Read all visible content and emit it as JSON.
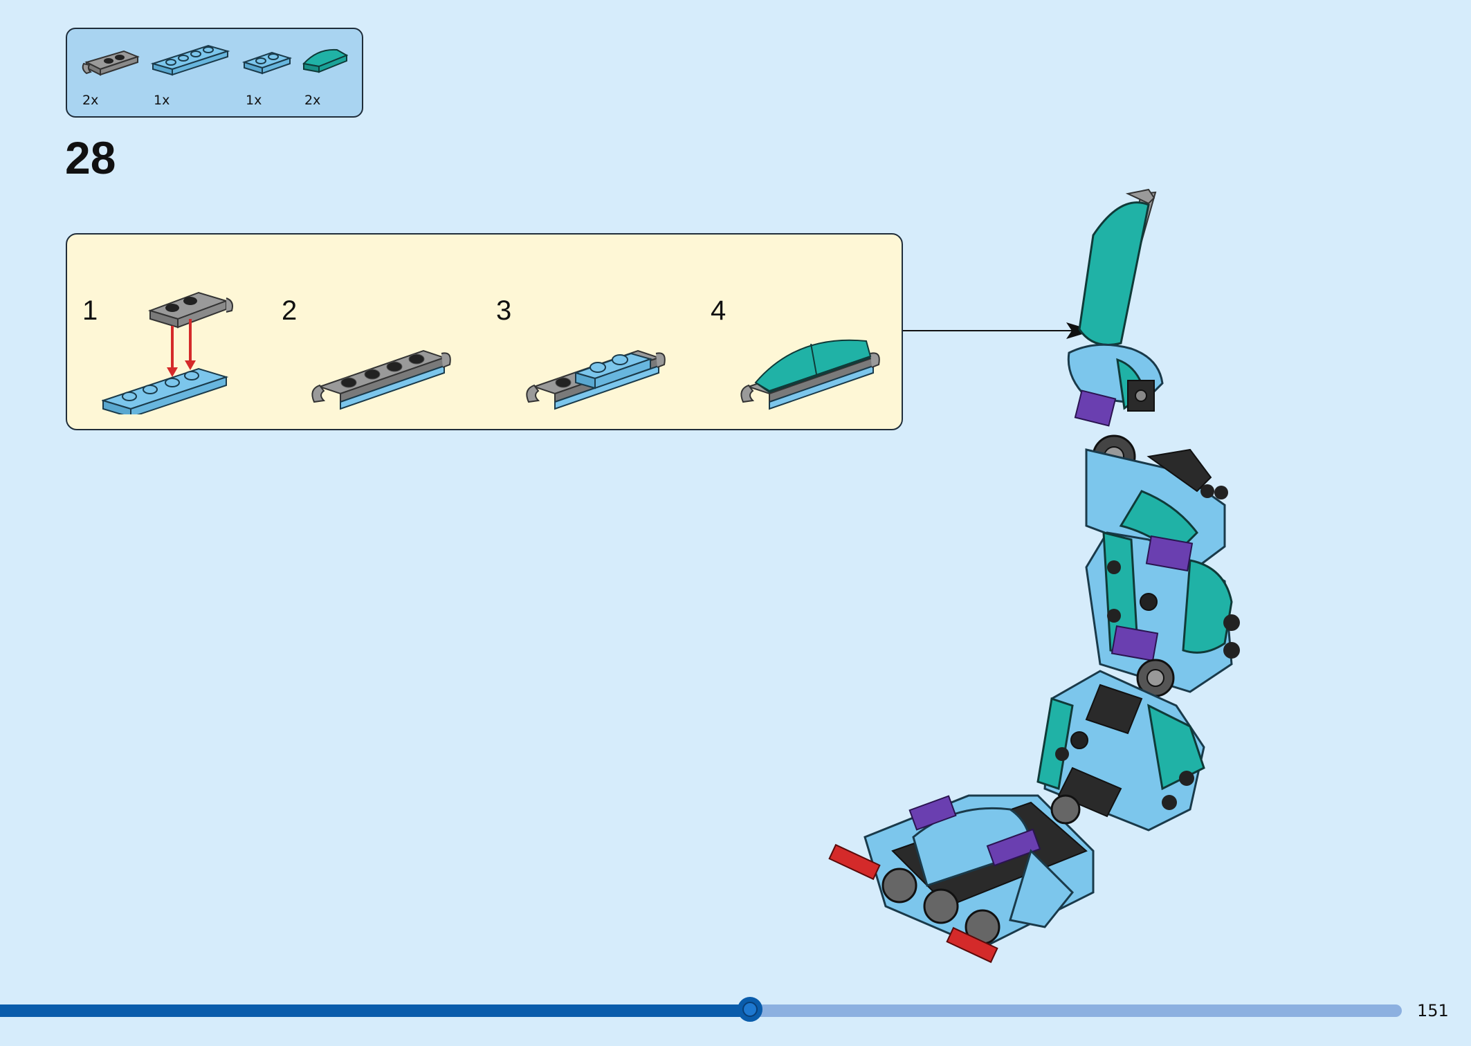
{
  "parts_list": {
    "items": [
      {
        "icon": "gray-clip-plate-icon",
        "color": "#9a9a9a",
        "quantity": "2x"
      },
      {
        "icon": "light-blue-plate-1x4-icon",
        "color": "#7cc6ec",
        "quantity": "1x"
      },
      {
        "icon": "light-blue-plate-1x2-icon",
        "color": "#7cc6ec",
        "quantity": "1x"
      },
      {
        "icon": "teal-curved-slope-icon",
        "color": "#20b2a6",
        "quantity": "2x"
      }
    ]
  },
  "step": {
    "number": "28"
  },
  "sub_steps": [
    {
      "number": "1"
    },
    {
      "number": "2"
    },
    {
      "number": "3"
    },
    {
      "number": "4"
    }
  ],
  "colors": {
    "background": "#d6ecfb",
    "parts_box": "#a9d4f1",
    "sub_panel": "#fef7d6",
    "progress_fill": "#0a5cab",
    "progress_track": "#8cb0e0",
    "arrow_red": "#d42a2a"
  },
  "progress": {
    "fraction": 0.535
  },
  "page": {
    "number": "151"
  }
}
